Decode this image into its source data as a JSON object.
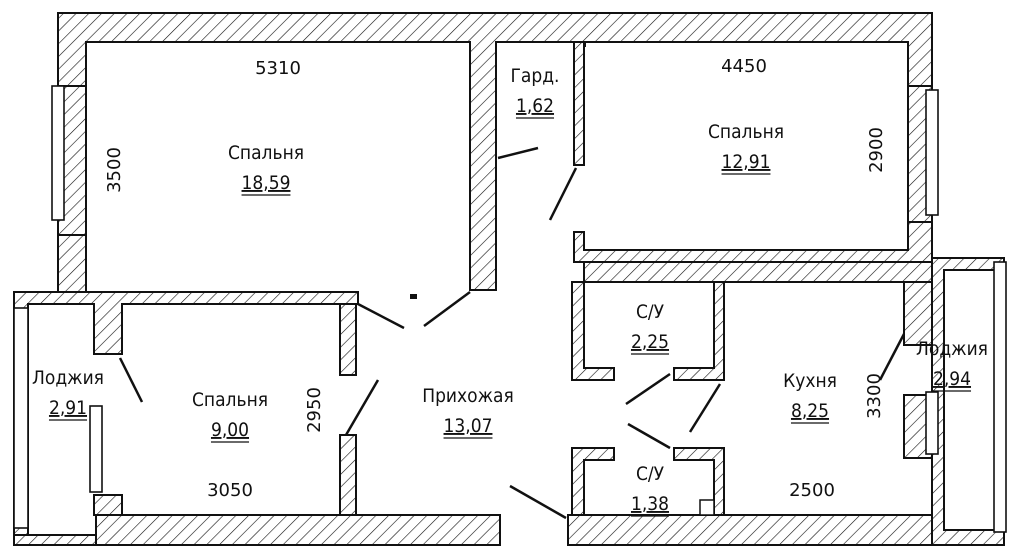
{
  "rooms": [
    {
      "id": "bedroom-1",
      "name": "Спальня",
      "area": "18,59"
    },
    {
      "id": "bedroom-2",
      "name": "Спальня",
      "area": "12,91"
    },
    {
      "id": "bedroom-3",
      "name": "Спальня",
      "area": "9,00"
    },
    {
      "id": "wardrobe",
      "name": "Гард.",
      "area": "1,62"
    },
    {
      "id": "hallway",
      "name": "Прихожая",
      "area": "13,07"
    },
    {
      "id": "bathroom-1",
      "name": "С/У",
      "area": "2,25"
    },
    {
      "id": "bathroom-2",
      "name": "С/У",
      "area": "1,38"
    },
    {
      "id": "kitchen",
      "name": "Кухня",
      "area": "8,25"
    },
    {
      "id": "loggia-left",
      "name": "Лоджия",
      "area": "2,91"
    },
    {
      "id": "loggia-right",
      "name": "Лоджия",
      "area": "2,94"
    }
  ],
  "dimensions": {
    "bedroom1_width": "5310",
    "bedroom1_depth": "3500",
    "bedroom2_width": "4450",
    "bedroom2_depth": "2900",
    "bedroom3_width": "3050",
    "bedroom3_depth": "2950",
    "kitchen_width": "2500",
    "kitchen_depth": "3300"
  }
}
